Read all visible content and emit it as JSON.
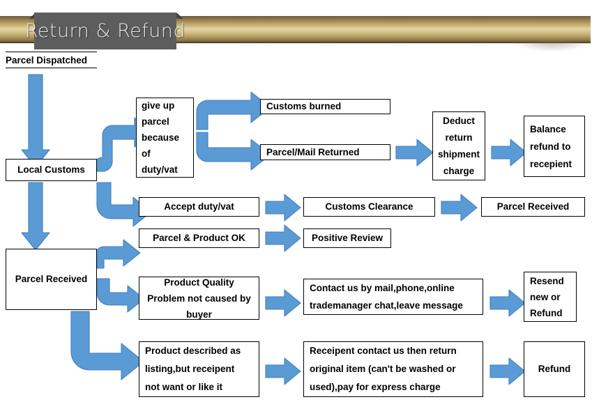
{
  "banner": {
    "ribbon_title": "Return & Refund",
    "bar_color": "#c3ab6e",
    "ribbon_color": "#5d5d5d"
  },
  "theme": {
    "arrow_fill": "#5b9bd5",
    "arrow_stroke": "#3f7fc0",
    "box_border": "#000000",
    "box_fill": "#ffffff"
  },
  "flow": {
    "start": {
      "label": "Parcel Dispatched"
    },
    "left_column": [
      {
        "label": "Local Customs"
      },
      {
        "label": "Parcel Received"
      }
    ],
    "customs_branch": {
      "give_up": {
        "lines": [
          "give up",
          "parcel",
          "because",
          "of",
          "duty/vat"
        ]
      },
      "give_up_outcomes": [
        {
          "label": "Customs burned"
        },
        {
          "label": "Parcel/Mail Returned"
        }
      ],
      "returned_chain": [
        {
          "lines": [
            "Deduct",
            "return",
            "shipment",
            "charge"
          ]
        },
        {
          "lines": [
            "Balance",
            "refund to",
            "recepient"
          ]
        }
      ],
      "accept_chain": [
        {
          "label": "Accept duty/vat"
        },
        {
          "label": "Customs Clearance"
        },
        {
          "label": "Parcel Received"
        }
      ]
    },
    "received_branch": {
      "ok_chain": [
        {
          "label": "Parcel & Product OK"
        },
        {
          "label": "Positive Review"
        }
      ],
      "quality_chain": [
        {
          "lines": [
            "Product Quality",
            "Problem not caused by",
            "buyer"
          ]
        },
        {
          "lines": [
            "Contact us by mail,phone,online",
            "trademanager chat,leave message"
          ]
        },
        {
          "lines": [
            "Resend",
            "new or",
            "Refund"
          ]
        }
      ],
      "not_wanted_chain": [
        {
          "lines": [
            "Product described as",
            "listing,but receipent",
            "not want or like it"
          ]
        },
        {
          "lines": [
            "Receipent contact us then return",
            "original item (can't be washed or",
            "used),pay for express charge"
          ]
        },
        {
          "label": "Refund"
        }
      ]
    }
  }
}
